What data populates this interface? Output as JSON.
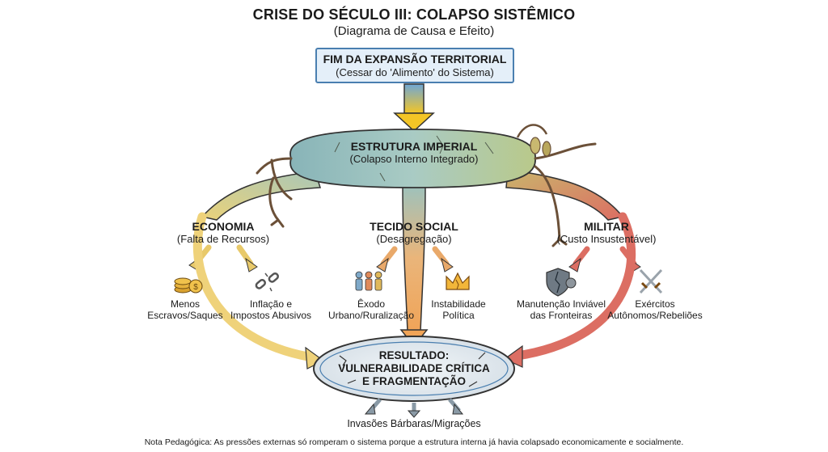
{
  "header": {
    "title": "CRISE DO SÉCULO III: COLAPSO SISTÊMICO",
    "subtitle": "(Diagrama de Causa e Efeito)"
  },
  "top_box": {
    "title": "FIM DA EXPANSÃO TERRITORIAL",
    "subtitle": "(Cessar do 'Alimento' do Sistema)"
  },
  "core": {
    "title": "ESTRUTURA IMPERIAL",
    "subtitle": "(Colapso Interno Integrado)"
  },
  "branches": [
    {
      "title": "ECONOMIA",
      "subtitle": "(Falta de Recursos)",
      "color": "#e8c96a",
      "items": [
        {
          "icon": "coins-icon",
          "line1": "Menos",
          "line2": "Escravos/Saques"
        },
        {
          "icon": "broken-chain-icon",
          "line1": "Inflação e",
          "line2": "Impostos Abusivos"
        }
      ]
    },
    {
      "title": "TECIDO SOCIAL",
      "subtitle": "(Desagregação)",
      "color": "#e9a96a",
      "items": [
        {
          "icon": "people-icon",
          "line1": "Êxodo",
          "line2": "Urbano/Ruralização"
        },
        {
          "icon": "broken-crown-icon",
          "line1": "Instabilidade",
          "line2": "Política"
        }
      ]
    },
    {
      "title": "MILITAR",
      "subtitle": "(Custo Insustentável)",
      "color": "#dc6e63",
      "items": [
        {
          "icon": "broken-shield-icon",
          "line1": "Manutenção Inviável",
          "line2": "das Fronteiras"
        },
        {
          "icon": "crossed-swords-icon",
          "line1": "Exércitos",
          "line2": "Autônomos/Rebeliões"
        }
      ]
    }
  ],
  "result": {
    "line1": "RESULTADO:",
    "line2": "VULNERABILIDADE CRÍTICA",
    "line3": "E FRAGMENTAÇÃO"
  },
  "bottom_label": "Invasões Bárbaras/Migrações",
  "note": "Nota Pedagógica: As pressões externas só romperam o sistema porque a estrutura interna já havia colapsado economicamente e socialmente.",
  "colors": {
    "box_fill": "#e4eff9",
    "box_border": "#4a7fb0",
    "core_fill": "#a9cbc4",
    "core_root": "#7a5a3c",
    "yellow_arrow": "#f2c42c",
    "result_fill": "#e6ecf1"
  }
}
